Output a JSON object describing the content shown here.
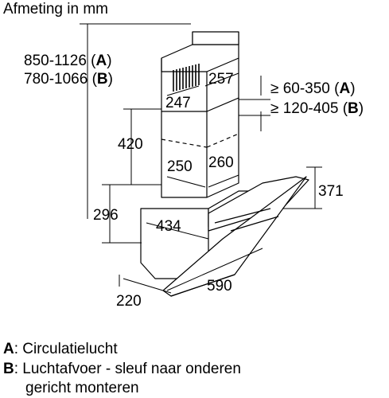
{
  "title": "Afmeting in mm",
  "dimensions": {
    "total_height_a": "850-1126",
    "total_height_b": "780-1066",
    "chimney_upper_depth": "247",
    "chimney_upper_width": "257",
    "gap_a": "≥ 60-350",
    "gap_b": "≥ 120-405",
    "chimney_lower_height": "420",
    "chimney_lower_depth": "250",
    "chimney_lower_width": "260",
    "glass_height": "371",
    "body_height": "296",
    "body_depth": "434",
    "overall_width": "590",
    "front_depth": "220"
  },
  "labels": {
    "open_paren": "(",
    "close_paren": ")",
    "tag_a": "A",
    "tag_b": "B"
  },
  "legend": {
    "a_key": "A",
    "a_text": ": Circulatielucht",
    "b_key": "B",
    "b_text": ": Luchtafvoer - sleuf naar onderen",
    "b_text_line2": "gericht monteren"
  }
}
